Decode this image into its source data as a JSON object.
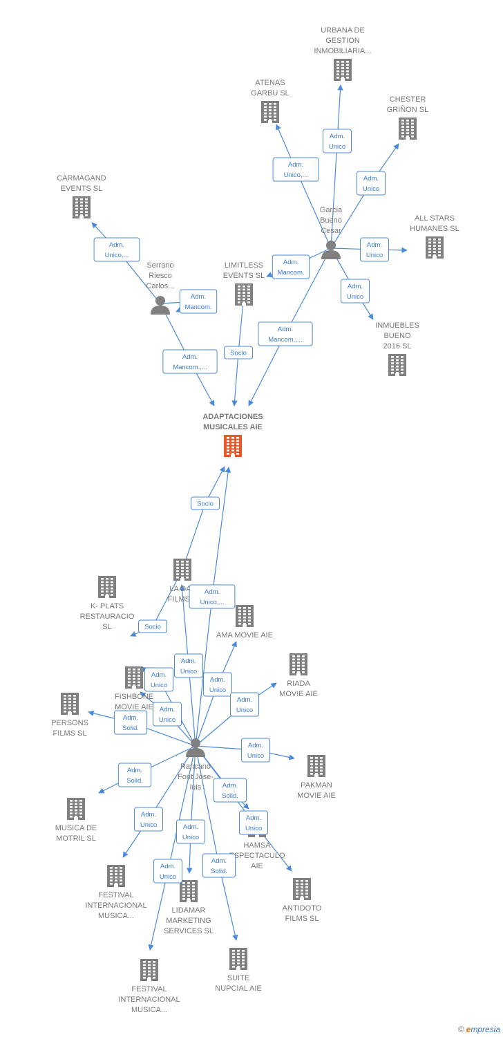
{
  "colors": {
    "edge": "#4a8ad8",
    "company": "#808080",
    "focus": "#e8592a",
    "person": "#808080"
  },
  "nodes": [
    {
      "id": "adaptaciones",
      "type": "company",
      "focus": true,
      "lines": [
        "ADAPTACIONES",
        "MUSICALES AIE"
      ]
    },
    {
      "id": "urbana",
      "type": "company",
      "lines": [
        "URBANA DE",
        "GESTION",
        "INMOBILIARIA..."
      ]
    },
    {
      "id": "atenas",
      "type": "company",
      "lines": [
        "ATENAS",
        "GARBU SL"
      ]
    },
    {
      "id": "chester",
      "type": "company",
      "lines": [
        "CHESTER",
        "GRIÑON SL"
      ]
    },
    {
      "id": "carmagand",
      "type": "company",
      "lines": [
        "CARMAGAND",
        "EVENTS SL"
      ]
    },
    {
      "id": "allstars",
      "type": "company",
      "lines": [
        "ALL STARS",
        "HUMANES SL"
      ]
    },
    {
      "id": "limitless",
      "type": "company",
      "lines": [
        "LIMITLESS",
        "EVENTS SL"
      ]
    },
    {
      "id": "inmuebles",
      "type": "company",
      "lines": [
        "INMUEBLES",
        "BUENO",
        "2016 SL"
      ]
    },
    {
      "id": "garcia",
      "type": "person",
      "lines": [
        "Garcia",
        "Bueno",
        "Cesar"
      ]
    },
    {
      "id": "serrano",
      "type": "person",
      "lines": [
        "Serrano",
        "Riesco",
        "Carlos..."
      ]
    },
    {
      "id": "ladalia",
      "type": "company",
      "lines": [
        "LA DAL",
        "FILMS S"
      ]
    },
    {
      "id": "kplats",
      "type": "company",
      "lines": [
        "K- PLATS",
        "RESTAURACIO",
        "SL"
      ]
    },
    {
      "id": "ama",
      "type": "company",
      "lines": [
        "AMA MOVIE AIE"
      ]
    },
    {
      "id": "fishbone",
      "type": "company",
      "lines": [
        "FISHBONE",
        "MOVIE AIE"
      ]
    },
    {
      "id": "riada",
      "type": "company",
      "lines": [
        "RIADA",
        "MOVIE AIE"
      ]
    },
    {
      "id": "persons",
      "type": "company",
      "lines": [
        "PERSONS",
        "FILMS SL"
      ]
    },
    {
      "id": "rancano",
      "type": "person",
      "lines": [
        "Rancano",
        "Font Jose-",
        "luis"
      ]
    },
    {
      "id": "pakman",
      "type": "company",
      "lines": [
        "PAKMAN",
        "MOVIE AIE"
      ]
    },
    {
      "id": "musica",
      "type": "company",
      "lines": [
        "MUSICA DE",
        "MOTRIL SL"
      ]
    },
    {
      "id": "hamsa",
      "type": "company",
      "lines": [
        "HAMSA",
        "ESPECTACULO",
        "AIE"
      ]
    },
    {
      "id": "festival1",
      "type": "company",
      "lines": [
        "FESTIVAL",
        "INTERNACIONAL",
        "MUSICA..."
      ]
    },
    {
      "id": "antidoto",
      "type": "company",
      "lines": [
        "ANTIDOTO",
        "FILMS SL"
      ]
    },
    {
      "id": "lidamar",
      "type": "company",
      "lines": [
        "LIDAMAR",
        "MARKETING",
        "SERVICES SL"
      ]
    },
    {
      "id": "suite",
      "type": "company",
      "lines": [
        "SUITE",
        "NUPCIAL AIE"
      ]
    },
    {
      "id": "festival2",
      "type": "company",
      "lines": [
        "FESTIVAL",
        "INTERNACIONAL",
        "MUSICA..."
      ]
    }
  ],
  "edges": [
    {
      "from": "garcia",
      "to": "urbana",
      "label": [
        "Adm.",
        "Unico"
      ]
    },
    {
      "from": "garcia",
      "to": "atenas",
      "label": [
        "Adm.",
        "Unico,..."
      ]
    },
    {
      "from": "garcia",
      "to": "chester",
      "label": [
        "Adm.",
        "Unico"
      ]
    },
    {
      "from": "garcia",
      "to": "allstars",
      "label": [
        "Adm.",
        "Unico"
      ]
    },
    {
      "from": "garcia",
      "to": "limitless",
      "label": [
        "Adm.",
        "Mancom."
      ]
    },
    {
      "from": "garcia",
      "to": "inmuebles",
      "label": [
        "Adm.",
        "Unico"
      ]
    },
    {
      "from": "garcia",
      "to": "adaptaciones",
      "label": [
        "Adm.",
        "Mancom.,..."
      ]
    },
    {
      "from": "serrano",
      "to": "carmagand",
      "label": [
        "Adm.",
        "Unico,..."
      ]
    },
    {
      "from": "serrano",
      "to": "limitless",
      "label": [
        "Adm.",
        "Mancom."
      ]
    },
    {
      "from": "serrano",
      "to": "adaptaciones",
      "label": [
        "Adm.",
        "Mancom.,..."
      ]
    },
    {
      "from": "limitless",
      "to": "adaptaciones",
      "label": [
        "Socio"
      ]
    },
    {
      "from": "ladalia",
      "to": "adaptaciones",
      "label": [
        "Socio"
      ]
    },
    {
      "from": "rancano",
      "to": "adaptaciones",
      "label": [
        "Adm.",
        "Unico,..."
      ]
    },
    {
      "from": "ladalia",
      "to": "fishbone",
      "label": [
        "Socio"
      ]
    },
    {
      "from": "rancano",
      "to": "kplats",
      "label": [
        "Adm.",
        "Unico"
      ]
    },
    {
      "from": "rancano",
      "to": "ladalia",
      "label": [
        "Adm.",
        "Unico"
      ]
    },
    {
      "from": "rancano",
      "to": "ama",
      "label": [
        "Adm.",
        "Unico"
      ]
    },
    {
      "from": "rancano",
      "to": "riada",
      "label": [
        "Adm.",
        "Unico"
      ]
    },
    {
      "from": "rancano",
      "to": "fishbone",
      "label": [
        "Adm.",
        "Unico"
      ]
    },
    {
      "from": "rancano",
      "to": "persons",
      "label": [
        "Adm.",
        "Solid."
      ]
    },
    {
      "from": "rancano",
      "to": "pakman",
      "label": [
        "Adm.",
        "Unico"
      ]
    },
    {
      "from": "rancano",
      "to": "musica",
      "label": [
        "Adm.",
        "Solid."
      ]
    },
    {
      "from": "rancano",
      "to": "hamsa",
      "label": [
        "Adm.",
        "Solid."
      ]
    },
    {
      "from": "rancano",
      "to": "antidoto",
      "label": [
        "Adm.",
        "Unico"
      ]
    },
    {
      "from": "rancano",
      "to": "festival1",
      "label": [
        "Adm.",
        "Unico"
      ]
    },
    {
      "from": "rancano",
      "to": "lidamar",
      "label": [
        "Adm.",
        "Unico"
      ]
    },
    {
      "from": "rancano",
      "to": "festival2",
      "label": [
        "Adm.",
        "Unico"
      ]
    },
    {
      "from": "rancano",
      "to": "suite",
      "label": [
        "Adm.",
        "Solid."
      ]
    }
  ],
  "footer": {
    "copyright": "©",
    "brand_initial": "e",
    "brand_rest": "mpresia"
  }
}
